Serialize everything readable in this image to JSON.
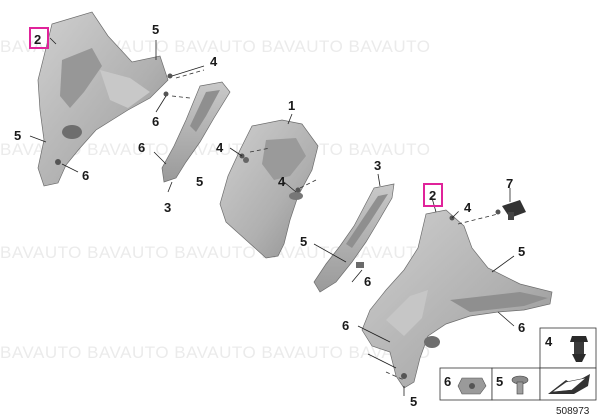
{
  "watermark": "BAVAUTO BAVAUTO BAVAUTO BAVAUTO BAVAUTO",
  "callouts": [
    {
      "id": "c2a",
      "label": "2",
      "highlighted": true
    },
    {
      "id": "c5a",
      "label": "5"
    },
    {
      "id": "c4a",
      "label": "4"
    },
    {
      "id": "c6a",
      "label": "6"
    },
    {
      "id": "c5b",
      "label": "5"
    },
    {
      "id": "c6b",
      "label": "6"
    },
    {
      "id": "c1",
      "label": "1"
    },
    {
      "id": "c6c",
      "label": "6"
    },
    {
      "id": "c5c",
      "label": "5"
    },
    {
      "id": "c4b",
      "label": "4"
    },
    {
      "id": "c4c",
      "label": "4"
    },
    {
      "id": "c3a",
      "label": "3"
    },
    {
      "id": "c3b",
      "label": "3"
    },
    {
      "id": "c7",
      "label": "7"
    },
    {
      "id": "c2b",
      "label": "2",
      "highlighted": true
    },
    {
      "id": "c4d",
      "label": "4"
    },
    {
      "id": "c5d",
      "label": "5"
    },
    {
      "id": "c5e",
      "label": "5"
    },
    {
      "id": "c6d",
      "label": "6"
    },
    {
      "id": "c6e",
      "label": "6"
    },
    {
      "id": "c6f",
      "label": "6"
    },
    {
      "id": "c5f",
      "label": "5"
    }
  ],
  "legend": {
    "items": [
      {
        "label": "4",
        "icon": "push-rivet-icon"
      },
      {
        "label": "6",
        "icon": "clip-nut-icon"
      },
      {
        "label": "5",
        "icon": "screw-icon"
      },
      {
        "label": "",
        "icon": "direction-arrow-icon"
      }
    ]
  },
  "diagram_number": "508973",
  "colors": {
    "part_fill": "#b4b4b4",
    "part_shadow": "#8a8a8a",
    "highlight_box": "#e0239a",
    "watermark": "#ebebeb"
  }
}
